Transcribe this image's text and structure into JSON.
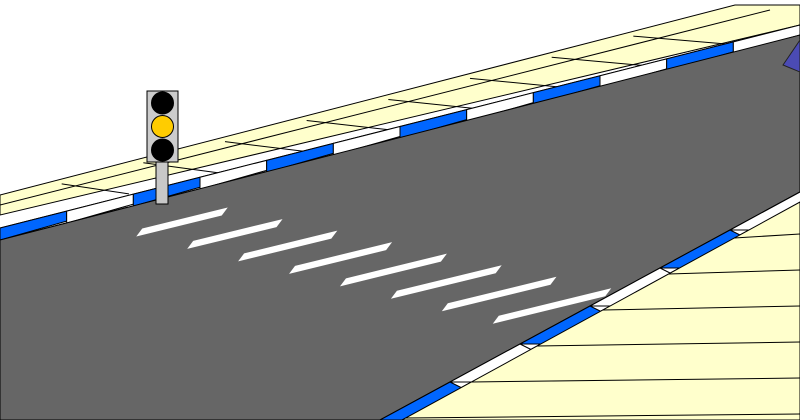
{
  "scene": {
    "description_hidden": "",
    "colors": {
      "road": "#666666",
      "sidewalk": "#ffffcc",
      "curb_blue": "#0066ff",
      "curb_white": "#ffffff",
      "crosswalk": "#ffffff",
      "outline": "#000000",
      "signal_housing": "#cccccc",
      "signal_pole": "#c8c8c8",
      "light_off": "#000000",
      "light_amber": "#ffcc00",
      "vehicle_accent": "#4b4bb4"
    },
    "traffic_light": {
      "state": "yellow",
      "lamps": [
        "red",
        "yellow",
        "green"
      ]
    },
    "crosswalk": {
      "stripe_count": 8
    },
    "vehicle": {
      "icon": "vehicle-icon",
      "partially_visible": true
    }
  }
}
